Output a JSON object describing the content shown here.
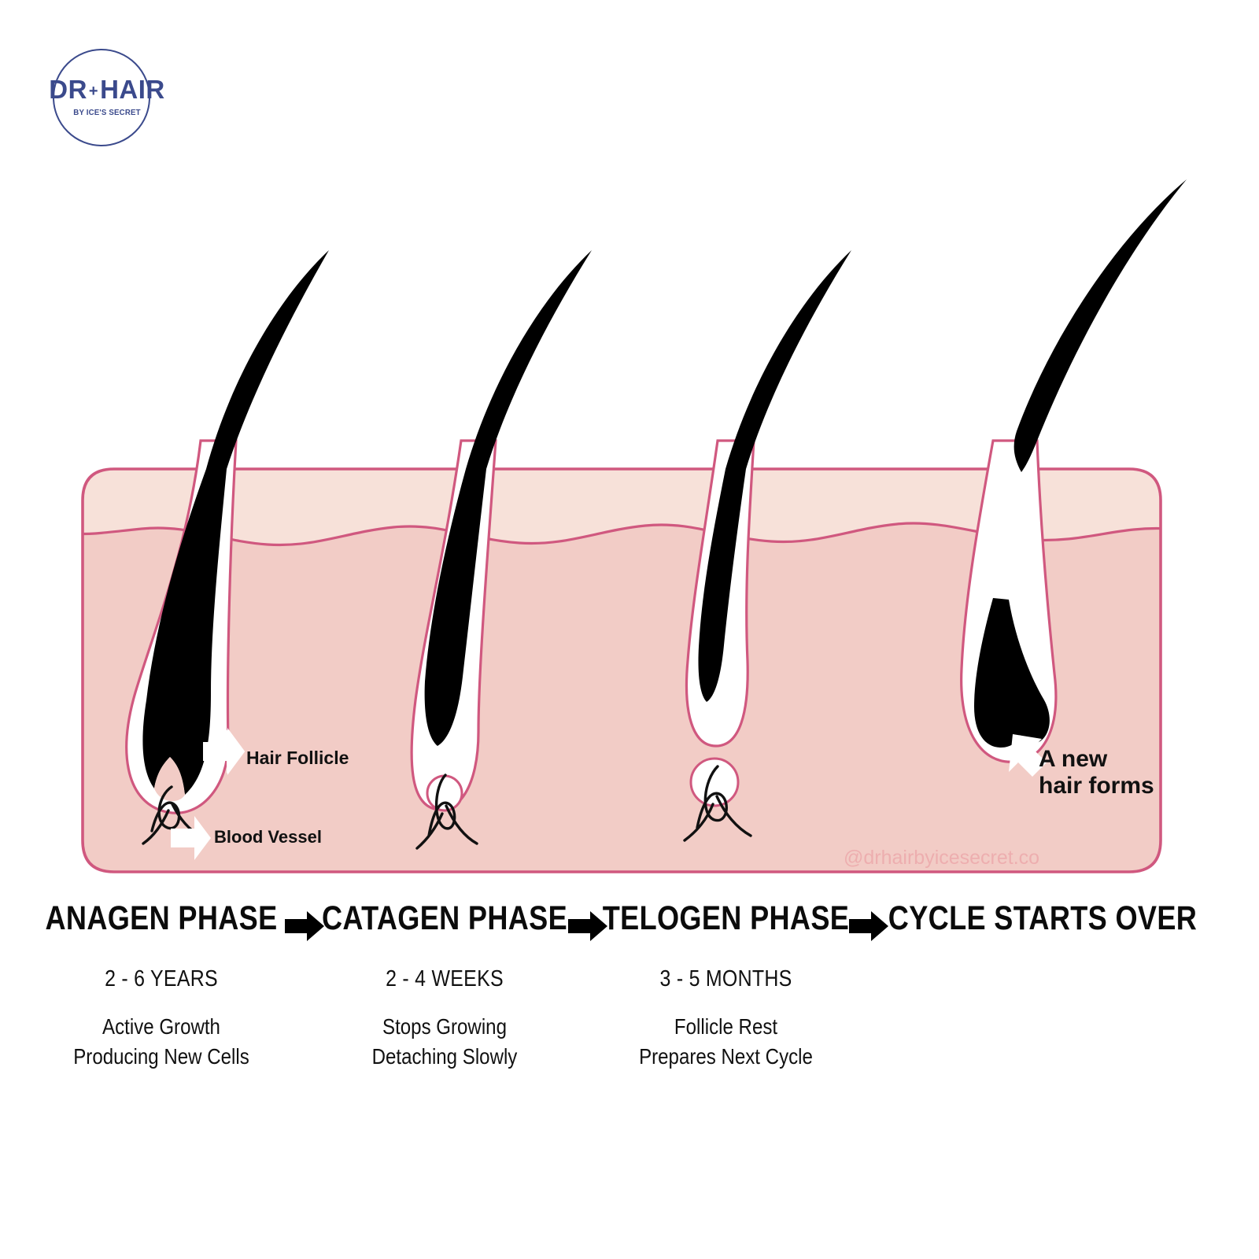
{
  "logo": {
    "name": "DR",
    "plus": "+",
    "name2": "HAIR",
    "tagline": "BY ICE'S SECRET",
    "color": "#3b4a8c"
  },
  "diagram": {
    "title": "Hair Growth Cycle Cross-Section",
    "colors": {
      "epidermis": "#f7e1d9",
      "dermis": "#f2ccc6",
      "outline": "#d0587f",
      "hair": "#000000",
      "follicle_sheath": "#ffffff"
    },
    "callouts": [
      {
        "id": "hair-follicle",
        "label": "Hair Follicle",
        "arrow": "left"
      },
      {
        "id": "blood-vessel",
        "label": "Blood Vessel",
        "arrow": "left"
      },
      {
        "id": "new-hair",
        "label": "A new\nhair forms",
        "arrow": "up-left"
      }
    ],
    "watermark": "@drhairbyicesecret.co"
  },
  "phases": [
    {
      "title": "ANAGEN PHASE",
      "duration": "2 - 6 YEARS",
      "description": "Active Growth\nProducing New Cells"
    },
    {
      "title": "CATAGEN PHASE",
      "duration": "2 - 4 WEEKS",
      "description": "Stops Growing\nDetaching Slowly"
    },
    {
      "title": "TELOGEN PHASE",
      "duration": "3 - 5 MONTHS",
      "description": "Follicle Rest\nPrepares Next Cycle"
    },
    {
      "title": "CYCLE STARTS OVER",
      "duration": "",
      "description": ""
    }
  ],
  "separators": [
    "arrow-right-icon",
    "arrow-right-icon",
    "arrow-right-icon"
  ]
}
